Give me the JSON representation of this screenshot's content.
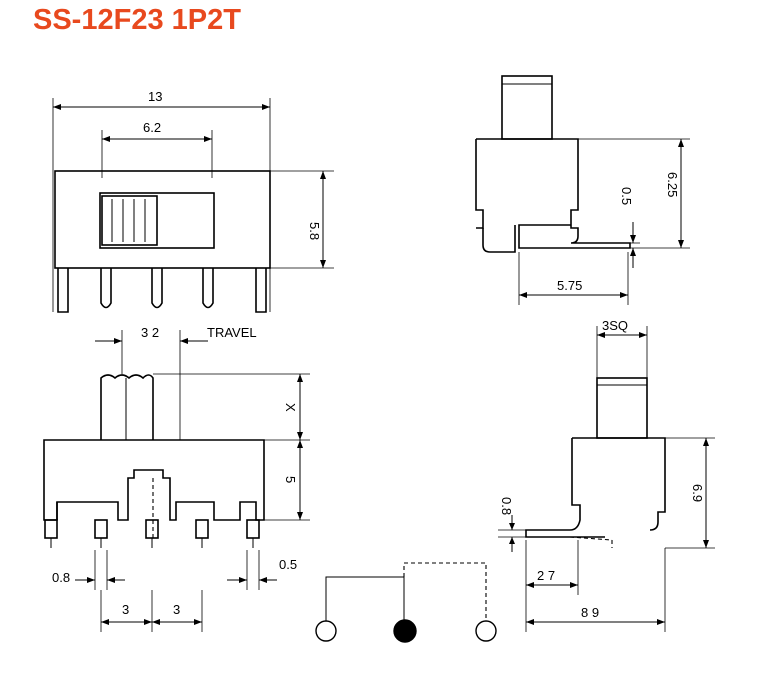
{
  "title": "SS-12F23 1P2T",
  "title_color": "#e8491e",
  "dims": {
    "front_width": "13",
    "actuator_travel_span": "6.2",
    "body_height": "5.8",
    "actuator_width": "3 2",
    "travel_label": "TRAVEL",
    "actuator_height": "X",
    "base_height": "5",
    "pin_width": "0.8",
    "pin_thickness": "0.5",
    "pin_pitch_left": "3",
    "pin_pitch_right": "3",
    "side_offset": "0.5",
    "side_height": "6.25",
    "side_length": "5.75",
    "actuator_square": "3SQ",
    "right_height": "6.9",
    "right_pin": "0.8",
    "right_offset": "2 7",
    "right_length": "8 9"
  }
}
